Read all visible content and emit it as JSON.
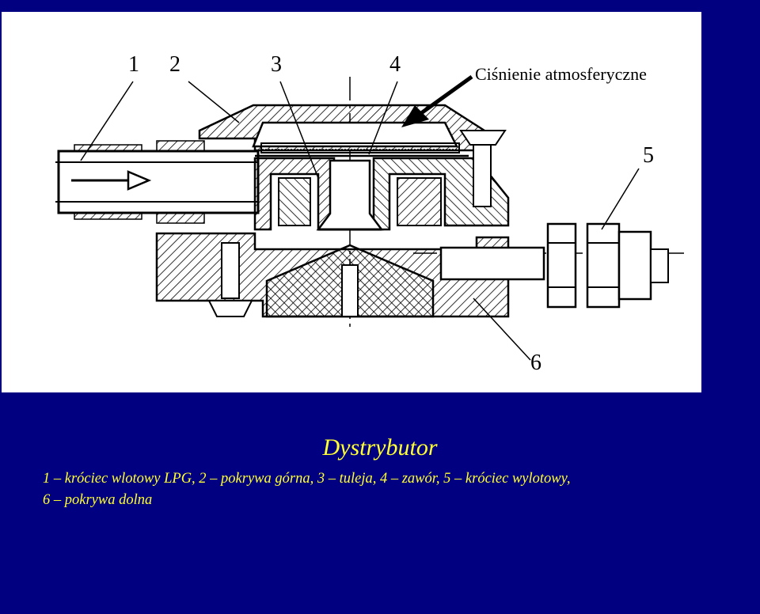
{
  "figure": {
    "labels": [
      "1",
      "2",
      "3",
      "4",
      "5",
      "6"
    ],
    "annotation": "Ciśnienie atmosferyczne"
  },
  "title": "Dystrybutor",
  "caption": {
    "line1": "1 – króciec wlotowy LPG, 2 – pokrywa górna, 3 – tuleja, 4 – zawór, 5 – króciec wylotowy,",
    "line2": "6 – pokrywa dolna"
  },
  "colors": {
    "background": "#000080",
    "text": "#ffff33",
    "figure_bg": "#ffffff"
  }
}
